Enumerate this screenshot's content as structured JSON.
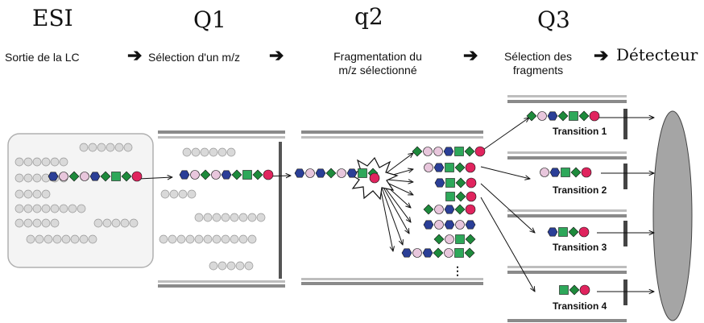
{
  "stages": {
    "esi": "ESI",
    "q1": "Q1",
    "q2": "q2",
    "q3": "Q3"
  },
  "descriptions": {
    "esi": "Sortie de la LC",
    "q1": "Sélection d'un m/z",
    "q2_line1": "Fragmentation du",
    "q2_line2": "m/z sélectionné",
    "q3_line1": "Sélection des",
    "q3_line2": "fragments",
    "detector": "Détecteur"
  },
  "transitions": [
    "Transition 1",
    "Transition 2",
    "Transition 3",
    "Transition 4"
  ],
  "ellipsis": "⋮",
  "colors": {
    "hexagon_blue": "#2b3f97",
    "circle_pink": "#e8c6dc",
    "diamond_green": "#1e8a3c",
    "square_green": "#2ea85a",
    "circle_red": "#e0245e",
    "gray_circle": "#d9d9d9",
    "rail": "#808080",
    "detector": "#a0a0a0"
  }
}
